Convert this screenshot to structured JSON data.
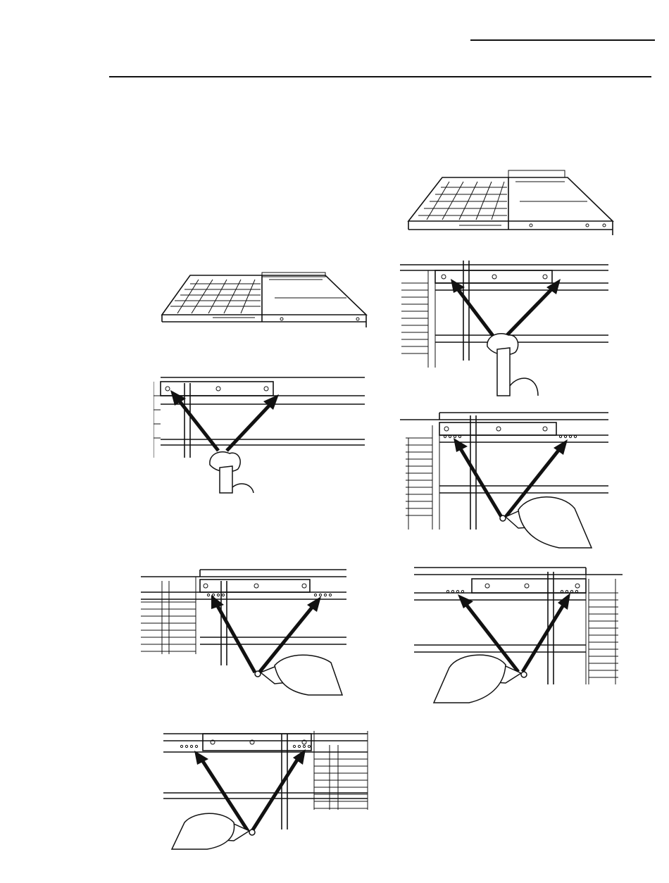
{
  "page": {
    "has_header_rule": true,
    "has_section_rule": true
  },
  "figures": [
    {
      "id": "shelf-left",
      "depicts": "shelf-icon"
    },
    {
      "id": "wipe-left",
      "depicts": "hand-with-cloth-icon"
    },
    {
      "id": "lube-left-1",
      "depicts": "hand-with-lubricant-icon"
    },
    {
      "id": "lube-left-2",
      "depicts": "hand-with-lubricant-icon"
    },
    {
      "id": "shelf-right",
      "depicts": "shelf-icon"
    },
    {
      "id": "wipe-right",
      "depicts": "hand-with-cloth-icon"
    },
    {
      "id": "lube-right-1",
      "depicts": "hand-with-lubricant-icon"
    },
    {
      "id": "lube-right-2",
      "depicts": "hand-with-lubricant-icon"
    }
  ]
}
